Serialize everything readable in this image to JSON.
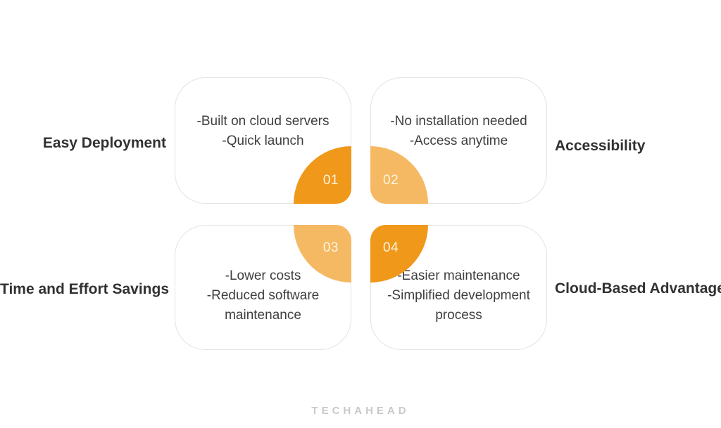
{
  "colors": {
    "petal_dark": "#F0981A",
    "petal_light": "#F5B963",
    "box_border": "#E3E3E3",
    "box_text": "#3E3E3E",
    "label_text": "#313131",
    "number_text": "#FDF4E0",
    "logo_color": "#C9C9C9",
    "bg": "#FFFFFF"
  },
  "quadrants": [
    {
      "number": "01",
      "label": "Easy Deployment",
      "label_side": "left",
      "petal_shade": "dark",
      "lines": [
        "-Built on cloud servers",
        "-Quick launch",
        ""
      ]
    },
    {
      "number": "02",
      "label": "Accessibility",
      "label_side": "right",
      "petal_shade": "light",
      "lines": [
        "-No installation needed",
        "-Access anytime",
        ""
      ]
    },
    {
      "number": "03",
      "label": "Time and Effort Savings",
      "label_side": "left",
      "petal_shade": "light",
      "lines": [
        "-Lower costs",
        "-Reduced software",
        "maintenance"
      ]
    },
    {
      "number": "04",
      "label": "Cloud-Based Advantages",
      "label_side": "right",
      "petal_shade": "dark",
      "lines": [
        "-Easier maintenance",
        "-Simplified development",
        "process"
      ]
    }
  ],
  "brand": {
    "logo_text": "TECHAHEAD"
  }
}
